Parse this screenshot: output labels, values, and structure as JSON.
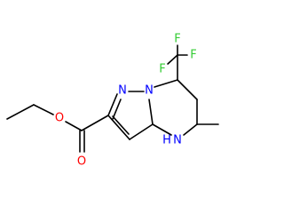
{
  "molecule": {
    "background": "#ffffff",
    "bond_color": "#000000",
    "atoms": [
      {
        "id": "O_ether",
        "symbol": "O",
        "color": "#ff0000"
      },
      {
        "id": "O_carbonyl",
        "symbol": "O",
        "color": "#ff0000"
      },
      {
        "id": "N_ring_upper",
        "symbol": "N",
        "color": "#0000ff"
      },
      {
        "id": "N_bridge",
        "symbol": "N",
        "color": "#0000ff"
      },
      {
        "id": "NH",
        "symbol": "N",
        "h_label": "H",
        "color": "#0000ff"
      },
      {
        "id": "F_right",
        "symbol": "F",
        "color": "#33cc33"
      },
      {
        "id": "F_top",
        "symbol": "F",
        "color": "#33cc33"
      },
      {
        "id": "F_left",
        "symbol": "F",
        "color": "#33cc33"
      }
    ]
  }
}
